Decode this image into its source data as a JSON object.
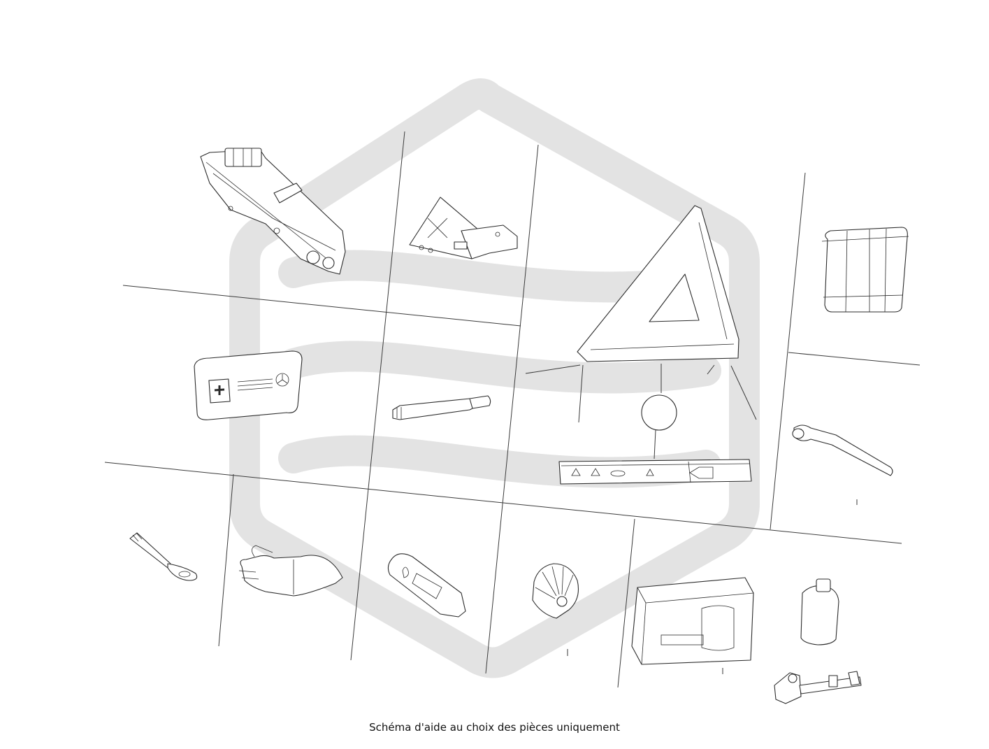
{
  "caption": "Schéma d'aide au choix des pièces uniquement",
  "watermark": {
    "color": "#e3e3e3"
  },
  "parts": [
    {
      "name": "car-jack",
      "icon": "car-jack-icon"
    },
    {
      "name": "wheel-chock",
      "icon": "wheel-chock-icon"
    },
    {
      "name": "warning-triangle",
      "icon": "warning-triangle-icon"
    },
    {
      "name": "storage-case",
      "icon": "storage-case-icon"
    },
    {
      "name": "first-aid-kit",
      "icon": "first-aid-kit-icon"
    },
    {
      "name": "screwdriver-handle",
      "icon": "screwdriver-icon"
    },
    {
      "name": "triangle-case",
      "icon": "triangle-case-icon"
    },
    {
      "name": "wheel-wrench",
      "icon": "wheel-wrench-icon"
    },
    {
      "name": "towing-eye",
      "icon": "towing-eye-icon"
    },
    {
      "name": "gloves",
      "icon": "gloves-icon"
    },
    {
      "name": "fire-extinguisher",
      "icon": "fire-extinguisher-icon"
    },
    {
      "name": "compressor-fan",
      "icon": "compressor-fan-icon"
    },
    {
      "name": "tire-repair-box",
      "icon": "tire-repair-box-icon"
    },
    {
      "name": "sealant-bottle",
      "icon": "sealant-bottle-icon"
    },
    {
      "name": "inflation-hose",
      "icon": "inflation-hose-icon"
    }
  ]
}
